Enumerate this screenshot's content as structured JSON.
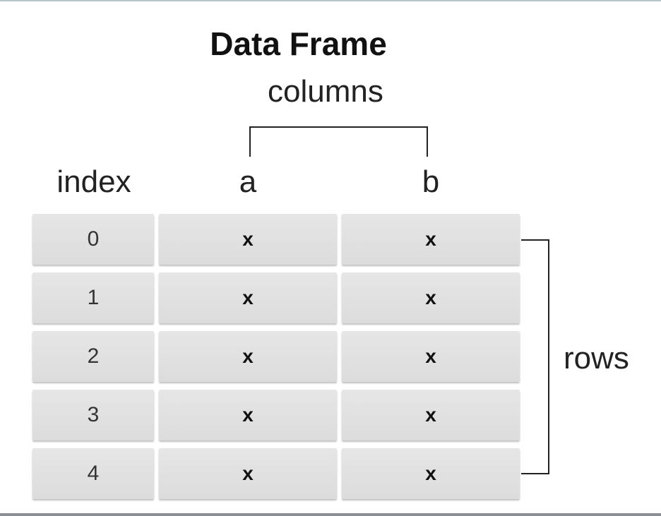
{
  "title": "Data Frame",
  "columns_label": "columns",
  "rows_label": "rows",
  "headers": {
    "index": "index",
    "a": "a",
    "b": "b"
  },
  "rows": [
    {
      "index": "0",
      "a": "x",
      "b": "x"
    },
    {
      "index": "1",
      "a": "x",
      "b": "x"
    },
    {
      "index": "2",
      "a": "x",
      "b": "x"
    },
    {
      "index": "3",
      "a": "x",
      "b": "x"
    },
    {
      "index": "4",
      "a": "x",
      "b": "x"
    }
  ],
  "colors": {
    "cell_fill": "#e0e0e0",
    "text": "#222222",
    "frame_top": "#b8c2cc",
    "frame_bottom": "#8a9096"
  }
}
